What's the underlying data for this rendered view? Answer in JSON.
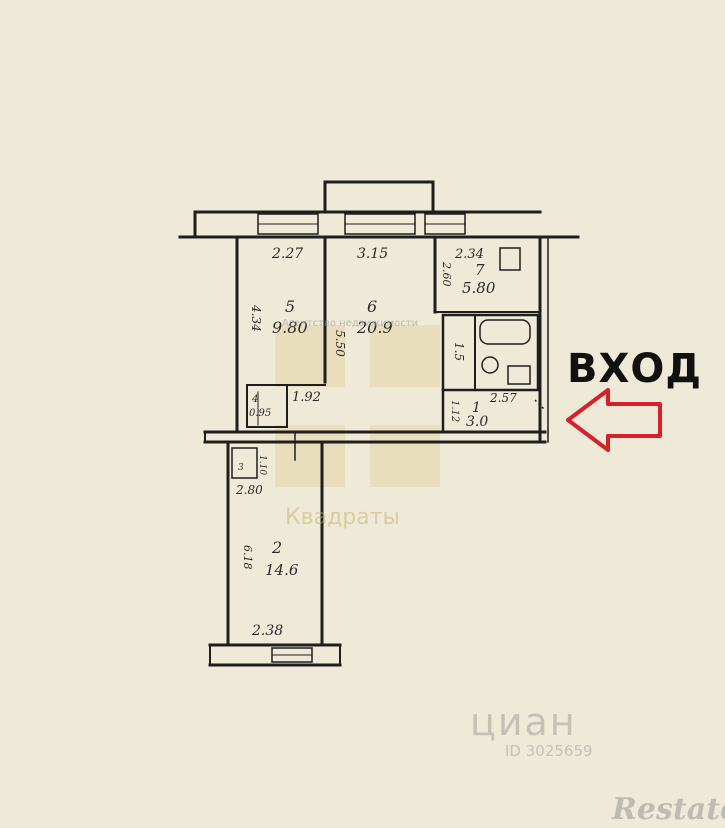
{
  "entrance": {
    "label": "ВХОД"
  },
  "rooms": [
    {
      "id": "1",
      "area": "3.0",
      "width": "2.57",
      "height": "1.12"
    },
    {
      "id": "2",
      "area": "14.6",
      "width": "2.38",
      "height": "6.18"
    },
    {
      "id": "3",
      "area": "2.80",
      "width": "1.10"
    },
    {
      "id": "4",
      "area": "0.95"
    },
    {
      "id": "5",
      "area": "9.80",
      "width": "2.27",
      "height": "4.34"
    },
    {
      "id": "6",
      "area": "20.9",
      "width": "3.15",
      "height": "5.50"
    },
    {
      "id": "7",
      "area": "5.80",
      "width": "2.34",
      "height": "2.60"
    }
  ],
  "dimensions": {
    "corridor_left": "1.92",
    "bath_side": "1.5"
  },
  "watermarks": {
    "center": "Квадраты",
    "cian": "циан",
    "cian_id": "ID 3025659",
    "restate": "Restate",
    "agency": "Агентство недвижимости"
  },
  "colors": {
    "paper": "#efe9d8",
    "ink": "#1e1e1e",
    "arrow": "#d6202a"
  }
}
